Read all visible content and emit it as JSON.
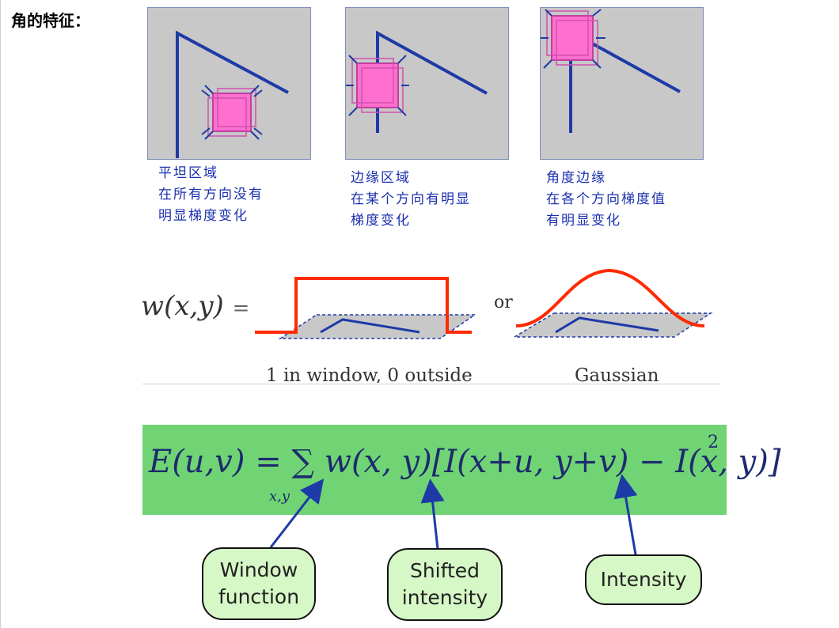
{
  "title": "角的特征：",
  "captions": [
    [
      "平坦区域",
      "在所有方向没有",
      "明显梯度变化"
    ],
    [
      "边缘区域",
      "在某个方向有明显",
      "梯度变化"
    ],
    [
      "角度边缘",
      "在各个方向梯度值",
      "有明显变化"
    ]
  ],
  "window": {
    "label": "w(x,y)",
    "equals": "=",
    "or": "or",
    "box_label": "1 in window, 0 outside",
    "gauss_label": "Gaussian"
  },
  "formula": {
    "text": "E(u,v) = ∑ w(x, y)[I(x+u, y+v) − I(x, y)]",
    "sub": "x,y",
    "sup": "2"
  },
  "bubbles": [
    [
      "Window",
      "function"
    ],
    [
      "Shifted",
      "intensity"
    ],
    [
      "Intensity"
    ]
  ],
  "colors": {
    "caption": "#1a2fb0",
    "panel": "#c8c8c8",
    "line": "#1e3aa6",
    "patch": "#ff6fcf",
    "red": "#ff2a00",
    "formula_bg": "#70d474",
    "bubble_bg": "#d6f7c6"
  }
}
